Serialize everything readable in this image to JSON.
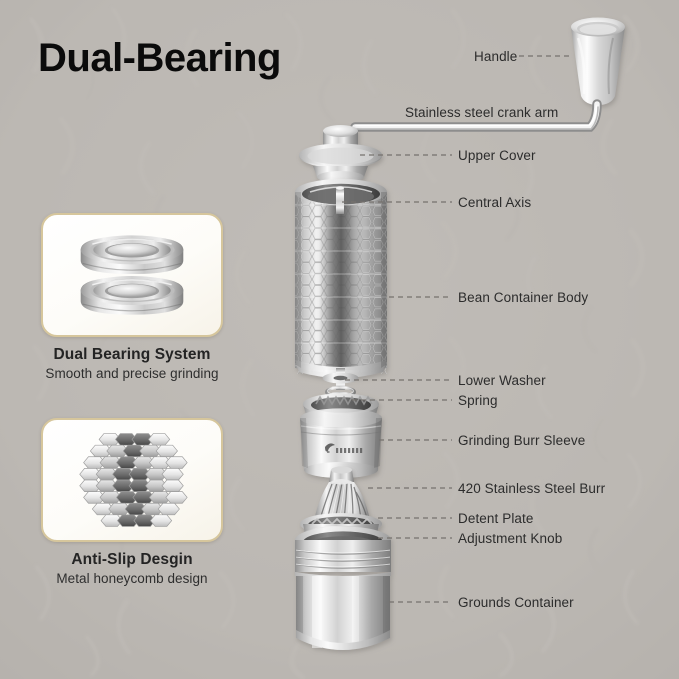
{
  "page": {
    "title": "Dual-Bearing",
    "background_color": "#bcb8b3",
    "product": "Manual coffee grinder exploded view"
  },
  "feature_cards": [
    {
      "id": "dual-bearing",
      "icon": "ball-bearing-pair-icon",
      "title": "Dual Bearing System",
      "subtitle": "Smooth and precise grinding"
    },
    {
      "id": "anti-slip",
      "icon": "metal-honeycomb-icon",
      "title": "Anti-Slip Desgin",
      "subtitle": "Metal honeycomb design"
    }
  ],
  "callouts": [
    {
      "id": "handle",
      "label": "Handle"
    },
    {
      "id": "crank-arm",
      "label": "Stainless steel crank arm"
    },
    {
      "id": "upper-cover",
      "label": "Upper Cover"
    },
    {
      "id": "central-axis",
      "label": "Central Axis"
    },
    {
      "id": "bean-body",
      "label": "Bean Container Body"
    },
    {
      "id": "lower-washer",
      "label": "Lower Washer"
    },
    {
      "id": "spring",
      "label": "Spring"
    },
    {
      "id": "burr-sleeve",
      "label": "Grinding Burr Sleeve"
    },
    {
      "id": "steel-burr",
      "label": "420 Stainless Steel Burr"
    },
    {
      "id": "detent-plate",
      "label": "Detent Plate"
    },
    {
      "id": "adjustment-knob",
      "label": "Adjustment Knob"
    },
    {
      "id": "grounds-container",
      "label": "Grounds Container"
    }
  ],
  "colors": {
    "background": "#bcb8b3",
    "card_border": "#d6c69c",
    "card_fill": "#fdfcf8",
    "title_text": "#0b0b0b",
    "label_text": "#2c2c2c",
    "leader_line": "#7e7a76",
    "metal_light": "#f2f2f2",
    "metal_mid": "#b9b9b9",
    "metal_dark": "#777777"
  }
}
